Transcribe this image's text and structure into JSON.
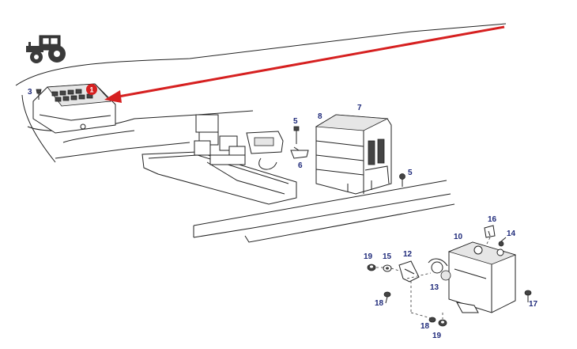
{
  "colors": {
    "callout_text": "#1f2a7a",
    "arrow": "#d62020",
    "marker": "#d62020",
    "line_art": "#222222"
  },
  "icons": {
    "vehicle": "tractor-icon",
    "marker": "highlight-marker-icon"
  },
  "marker": {
    "label": "1"
  },
  "callouts": {
    "c3": "3",
    "c5a": "5",
    "c6": "6",
    "c8": "8",
    "c7": "7",
    "c5b": "5",
    "c16": "16",
    "c10": "10",
    "c14": "14",
    "c19a": "19",
    "c15": "15",
    "c12": "12",
    "c13": "13",
    "c18a": "18",
    "c17": "17",
    "c18b": "18",
    "c19b": "19"
  }
}
